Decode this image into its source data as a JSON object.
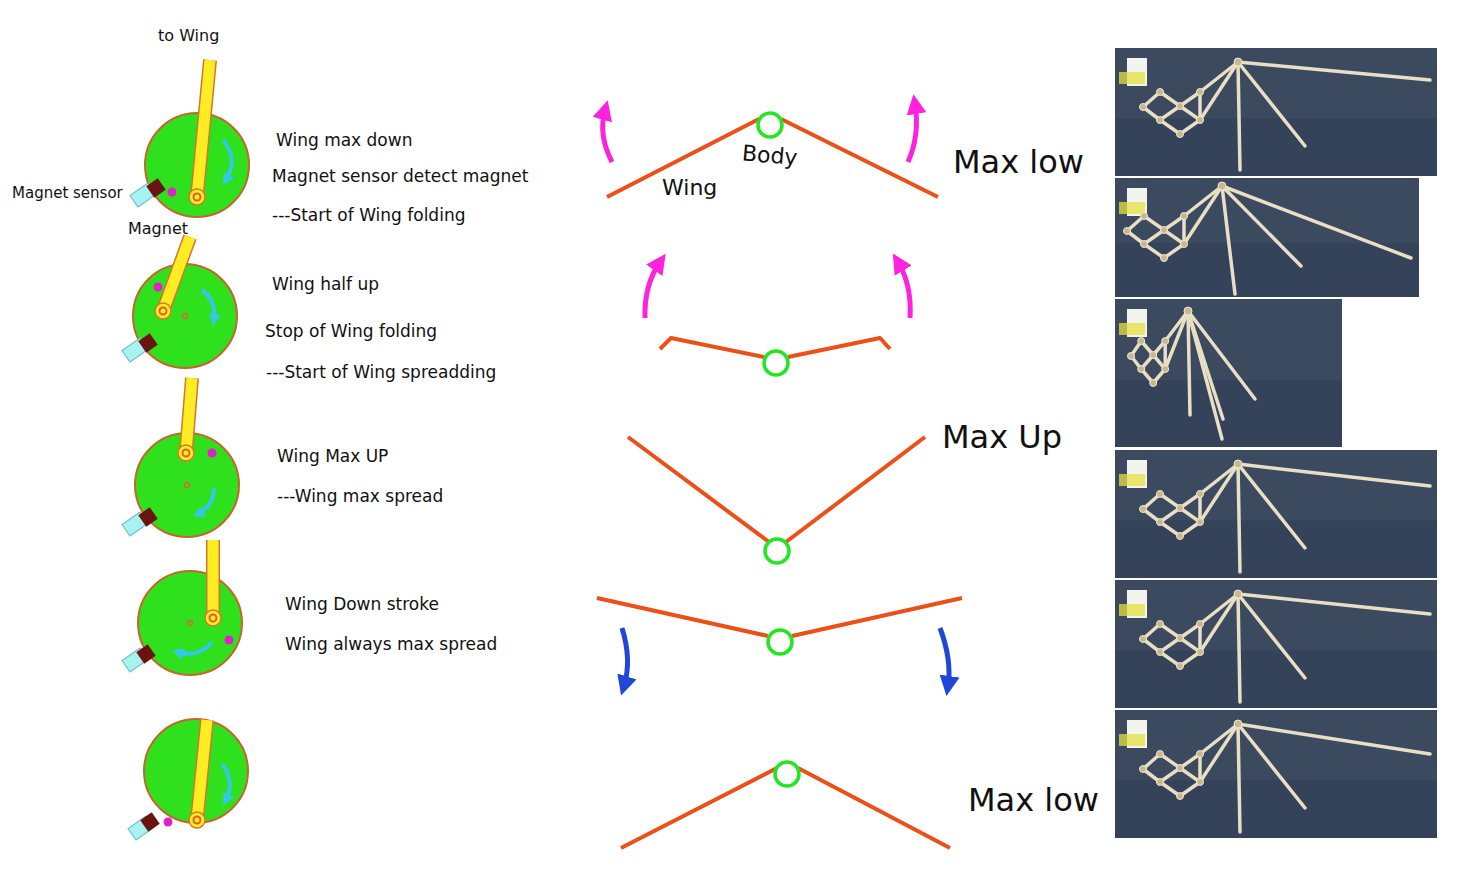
{
  "diagram": {
    "labels": [
      "to Wing",
      "Wing max down",
      "Magnet sensor detect magnet",
      "---Start of Wing folding",
      "Magnet sensor",
      "Magnet",
      "Body",
      "Wing",
      "Max low",
      "Wing half up",
      "Stop of Wing folding",
      "---Start of Wing spreadding",
      "Wing Max UP",
      "---Wing max spread",
      "Max Up",
      "Wing Down stroke",
      "Wing always max spread",
      "Max low"
    ]
  }
}
